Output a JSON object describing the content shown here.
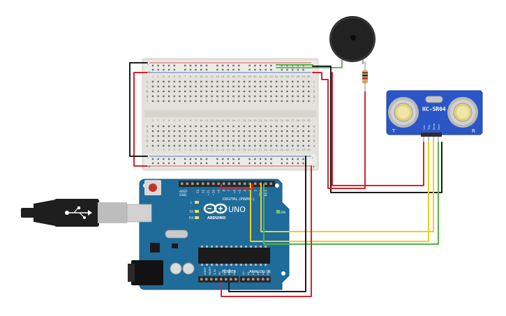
{
  "colors": {
    "background": "#ffffff",
    "breadboard": "#e4e2dc",
    "breadboard_rail": "#ecebe6",
    "arduino_board": "#1f6c9b",
    "arduino_board_dark": "#165680",
    "sensor_board": "#2b56c7",
    "wire_red": "#d7222b",
    "wire_black": "#1b1b1b",
    "wire_yellow": "#f5cc1a",
    "wire_green": "#54b246",
    "buzzer": "#222222",
    "usb_grey": "#bdbdbd",
    "usb_black": "#1e1e1e"
  },
  "breadboard": {
    "row_letters_top": [
      "j",
      "i",
      "h",
      "g",
      "f"
    ],
    "row_letters_bottom": [
      "e",
      "d",
      "c",
      "b",
      "a"
    ],
    "column_numbers": [
      "1",
      "2",
      "3",
      "4",
      "5",
      "6",
      "7",
      "8",
      "9",
      "10",
      "11",
      "12",
      "13",
      "14",
      "15",
      "16",
      "17",
      "18",
      "19",
      "20",
      "21",
      "22",
      "23",
      "24",
      "25",
      "26",
      "27",
      "28",
      "29",
      "30"
    ],
    "rail_minus": "-",
    "rail_plus": "+"
  },
  "arduino": {
    "logo_text": "UNO",
    "brand": "ARDUINO",
    "digital_header": "DIGITAL (PWM~)",
    "power_header": "POWER",
    "analog_header": "ANALOG IN",
    "led_l": "L",
    "led_tx": "TX",
    "led_rx": "RX",
    "on_label": "ON",
    "aref": "AREF",
    "gnd": "GND",
    "digital_pins": [
      "13",
      "12",
      "~11",
      "~10",
      "~9",
      "8",
      "7",
      "~6",
      "~5",
      "4",
      "~3",
      "2",
      "TX 1",
      "RX 0"
    ],
    "power_pins": [
      "IOREF",
      "RESET",
      "3.3V",
      "5V",
      "GND",
      "GND",
      "Vin"
    ],
    "analog_pins": [
      "A0",
      "A1",
      "A2",
      "A3",
      "A4",
      "A5"
    ]
  },
  "sensor": {
    "model": "HC-SR04",
    "left_mark": "T",
    "right_mark": "R",
    "pins": [
      "Vcc",
      "Trig",
      "Echo",
      "Gnd"
    ]
  }
}
